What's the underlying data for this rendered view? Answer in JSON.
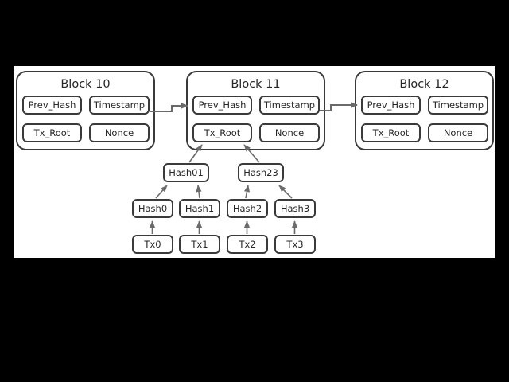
{
  "palette": {
    "background": "#000000",
    "panel": "#ffffff",
    "box_border": "#3a3a3a",
    "arrow": "#6a6a6a",
    "text": "#262626"
  },
  "blocks": [
    {
      "title": "Block 10",
      "fields": [
        "Prev_Hash",
        "Timestamp",
        "Tx_Root",
        "Nonce"
      ]
    },
    {
      "title": "Block 11",
      "fields": [
        "Prev_Hash",
        "Timestamp",
        "Tx_Root",
        "Nonce"
      ]
    },
    {
      "title": "Block 12",
      "fields": [
        "Prev_Hash",
        "Timestamp",
        "Tx_Root",
        "Nonce"
      ]
    }
  ],
  "merkle": {
    "parents": [
      "Hash01",
      "Hash23"
    ],
    "hashes": [
      "Hash0",
      "Hash1",
      "Hash2",
      "Hash3"
    ],
    "transactions": [
      "Tx0",
      "Tx1",
      "Tx2",
      "Tx3"
    ]
  }
}
